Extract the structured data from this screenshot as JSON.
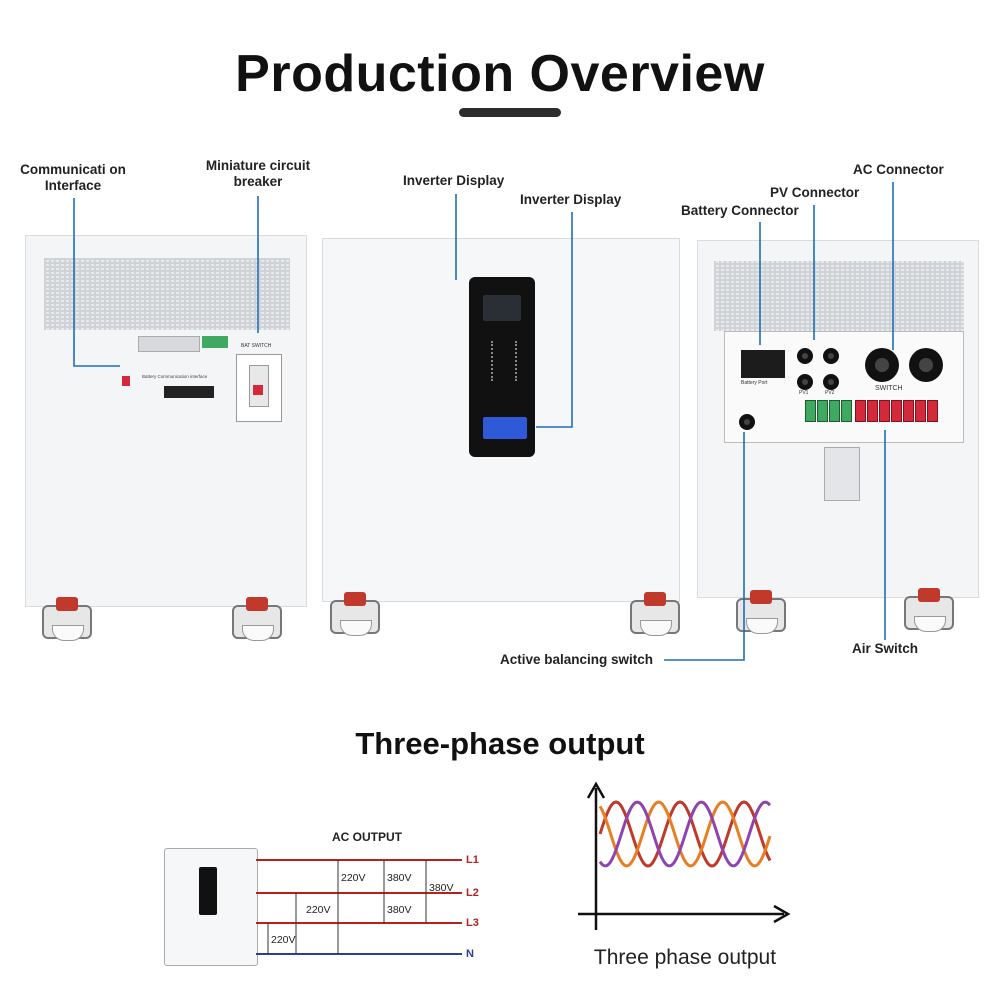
{
  "header": {
    "title": "Production Overview"
  },
  "left_unit": {
    "labels": {
      "communication": "Communicati on\nInterface",
      "breaker": "Miniature circuit\nbreaker"
    },
    "panel_text": {
      "switch": "BAT SWITCH",
      "comm": "Battery Communication interface"
    }
  },
  "middle_unit": {
    "labels": {
      "display_1": "Inverter Display",
      "display_2": "Inverter Display"
    }
  },
  "right_unit": {
    "labels": {
      "ac_connector": "AC Connector",
      "pv_connector": "PV Connector",
      "battery_connector": "Battery Connector",
      "air_switch": "Air Switch",
      "balancing_switch": "Active balancing switch"
    },
    "panel_text": {
      "switch": "SWITCH",
      "battery_port": "Battery Port",
      "pv1": "PV1",
      "pv2": "PV2"
    }
  },
  "three_phase": {
    "title": "Three-phase output",
    "ac_output_label": "AC OUTPUT",
    "phases": [
      "L1",
      "L2",
      "L3",
      "N"
    ],
    "voltages": {
      "v220_top": "220V",
      "v380_top": "380V",
      "v380_wide": "380V",
      "v220_mid": "220V",
      "v380_mid": "380V",
      "v220_low": "220V"
    },
    "wave_caption": "Three phase output",
    "colors": {
      "phase_line": "#b82020",
      "neutral_line": "#2a3f8f",
      "wave_red": "#c0392b",
      "wave_orange": "#e67e22",
      "wave_purple": "#8e44ad"
    }
  }
}
